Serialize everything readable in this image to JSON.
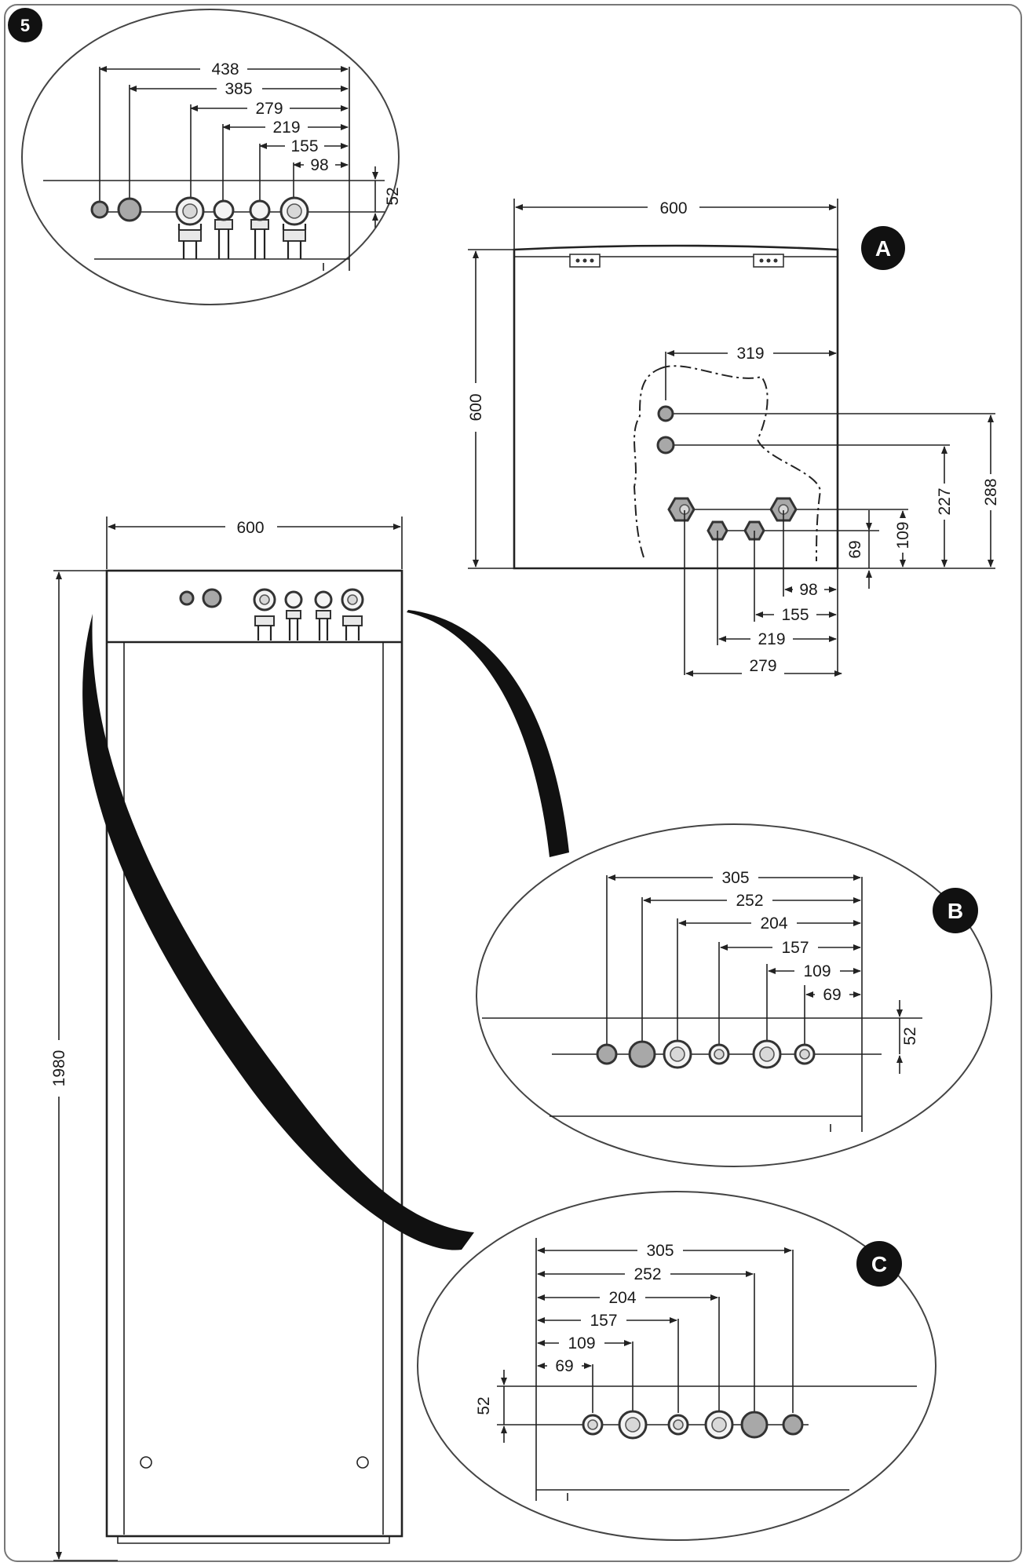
{
  "figure_number": "5",
  "views": {
    "A": {
      "badge": "A",
      "width": "600",
      "height": "600",
      "dims": [
        "319",
        "288",
        "227",
        "109",
        "69",
        "98",
        "155",
        "219",
        "279"
      ]
    },
    "B": {
      "badge": "B",
      "dims": [
        "305",
        "252",
        "204",
        "157",
        "109",
        "69"
      ],
      "offset": "52"
    },
    "C": {
      "badge": "C",
      "dims": [
        "305",
        "252",
        "204",
        "157",
        "109",
        "69"
      ],
      "offset": "52"
    },
    "detail_top": {
      "dims": [
        "438",
        "385",
        "279",
        "219",
        "155",
        "98"
      ],
      "offset": "52"
    },
    "front": {
      "width": "600",
      "height": "1980"
    }
  },
  "colors": {
    "line": "#222222",
    "pipe_fill": "#a8a8a8",
    "badge": "#111111",
    "callout": "#111111"
  }
}
